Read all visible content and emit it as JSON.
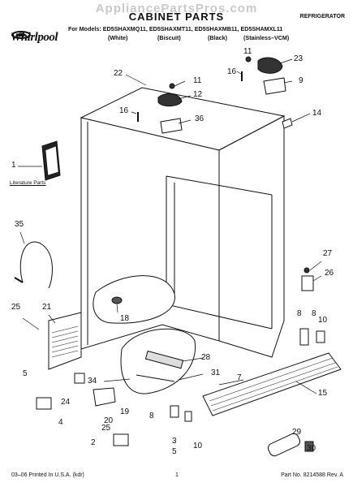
{
  "watermark": "AppliancePartsPros.com",
  "title": "CABINET PARTS",
  "category": "REFRIGERATOR",
  "models_line": "For Models: ED5SHAXMQ11, ED5SHAXMT11, ED5SHAXMB11, ED5SHAMXL11",
  "colors": [
    "(White)",
    "(Biscuit)",
    "(Black)",
    "(Stainless–VCM)"
  ],
  "brand": "Whirlpool",
  "literature_label": "Literature Parts",
  "footer": {
    "printed": "03–06 Printed In U.S.A. (kdr)",
    "page": "1",
    "part_no": "Part No. 8214588 Rev. A"
  },
  "callouts": {
    "c1": "1",
    "c2": "2",
    "c3": "3",
    "c4": "4",
    "c5": "5",
    "c5b": "5",
    "c7": "7",
    "c8a": "8",
    "c8b": "8",
    "c9": "9",
    "c10a": "10",
    "c10b": "10",
    "c11a": "11",
    "c11b": "11",
    "c12": "12",
    "c14": "14",
    "c15": "15",
    "c16a": "16",
    "c16b": "16",
    "c18": "18",
    "c19": "19",
    "c20": "20",
    "c21": "21",
    "c22": "22",
    "c23": "23",
    "c24": "24",
    "c25a": "25",
    "c25b": "25",
    "c26": "26",
    "c27": "27",
    "c28": "28",
    "c29": "29",
    "c30": "30",
    "c31": "31",
    "c34": "34",
    "c35": "35",
    "c36": "36"
  }
}
